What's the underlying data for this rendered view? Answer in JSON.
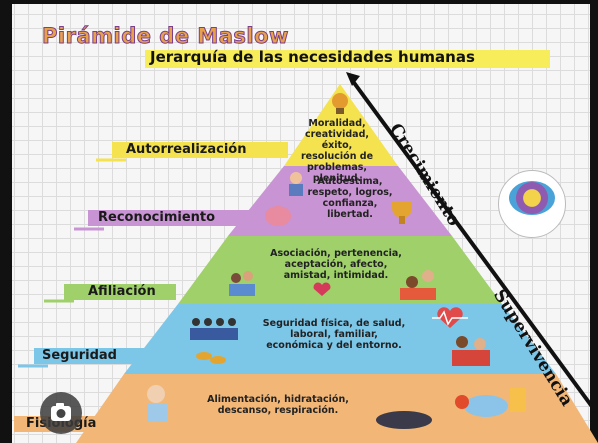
{
  "title": "Pirámide de Maslow",
  "subtitle": "Jerarquía de las necesidades humanas",
  "levels": [
    {
      "label": "Autorrealización",
      "text": "Moralidad,\ncreatividad,\néxito,\nresolución de\nproblemas, plenitud.",
      "color": "#f4e24e"
    },
    {
      "label": "Reconocimiento",
      "text": "Autoestima,\nrespeto, logros,\nconfianza,\nlibertad.",
      "color": "#c994d3"
    },
    {
      "label": "Afiliación",
      "text": "Asociación, pertenencia,\naceptación, afecto,\namistad, intimidad.",
      "color": "#9fd06a"
    },
    {
      "label": "Seguridad",
      "text": "Seguridad física, de salud,\nlaboral, familiar,\neconómica y del entorno.",
      "color": "#7cc6e8"
    },
    {
      "label": "Fisiología",
      "text": "Alimentación, hidratación,\ndescanso, respiración.",
      "color": "#f2b677"
    }
  ],
  "side_labels": {
    "growth": "Crecimiento",
    "survival": "Supervivencia"
  },
  "icons": [
    "lightbulb-icon",
    "teacher-icon",
    "brain-icon",
    "trophy-icon",
    "group-icon",
    "heart-icon",
    "family-icon",
    "team-icon",
    "coins-icon",
    "heartbeat-icon",
    "parents-child-icon",
    "drinking-icon",
    "sleeping-icon",
    "food-icon",
    "camera-icon"
  ]
}
